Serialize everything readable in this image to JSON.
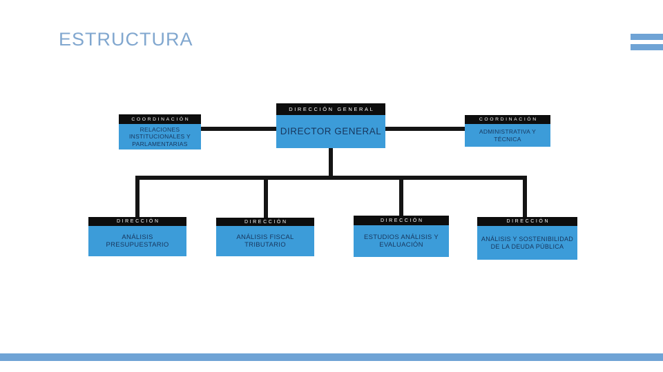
{
  "slide": {
    "title": "ESTRUCTURA",
    "colors": {
      "accent_bar": "#6FA3D5",
      "title_text": "#81A7CF",
      "node_fill": "#3C9CD9",
      "node_header_bg": "#0D0D0D",
      "node_header_text": "#FFFFFF",
      "node_label_text": "#17365D",
      "connector": "#141414",
      "background": "#FFFFFF"
    }
  },
  "org_chart": {
    "root": {
      "header": "DIRECCIÓN GENERAL",
      "label": "DIRECTOR GENERAL"
    },
    "coordinations": [
      {
        "header": "COORDINACIÓN",
        "label": "RELACIONES INSTITUCIONALES Y PARLAMENTARIAS"
      },
      {
        "header": "COORDINACIÓN",
        "label": "ADMINISTRATIVA Y TÉCNICA"
      }
    ],
    "directions": [
      {
        "header": "DIRECCIÓN",
        "label": "ANÁLISIS PRESUPUESTARIO"
      },
      {
        "header": "DIRECCIÓN",
        "label": "ANÁLISIS FISCAL TRIBUTARIO"
      },
      {
        "header": "DIRECCIÓN",
        "label": "ESTUDIOS ANÁLISIS Y EVALUACIÓN"
      },
      {
        "header": "DIRECCIÓN",
        "label": "ANÁLISIS Y SOSTENIBILIDAD DE LA DEUDA PÚBLICA"
      }
    ]
  }
}
